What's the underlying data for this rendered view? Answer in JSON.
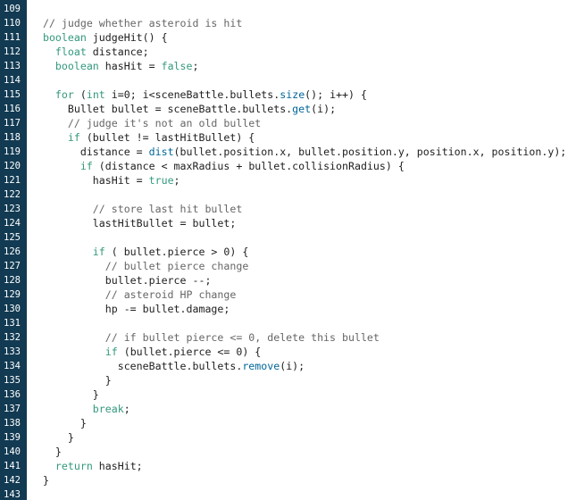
{
  "colors": {
    "gutter_bg": "#123a52",
    "gutter_text": "#ffffff",
    "background": "#ffffff",
    "text": "#202020",
    "keyword": "#33997e",
    "function": "#006699",
    "comment": "#666666"
  },
  "lines": [
    {
      "n": "109",
      "tokens": []
    },
    {
      "n": "110",
      "tokens": [
        {
          "t": "cm",
          "v": "  // judge whether asteroid is hit"
        }
      ]
    },
    {
      "n": "111",
      "tokens": [
        {
          "t": "kw",
          "v": "  boolean"
        },
        {
          "t": "tx",
          "v": " judgeHit() {"
        }
      ]
    },
    {
      "n": "112",
      "tokens": [
        {
          "t": "kw",
          "v": "    float"
        },
        {
          "t": "tx",
          "v": " distance;"
        }
      ]
    },
    {
      "n": "113",
      "tokens": [
        {
          "t": "kw",
          "v": "    boolean"
        },
        {
          "t": "tx",
          "v": " hasHit = "
        },
        {
          "t": "kw",
          "v": "false"
        },
        {
          "t": "tx",
          "v": ";"
        }
      ]
    },
    {
      "n": "114",
      "tokens": []
    },
    {
      "n": "115",
      "tokens": [
        {
          "t": "kw",
          "v": "    for"
        },
        {
          "t": "tx",
          "v": " ("
        },
        {
          "t": "kw",
          "v": "int"
        },
        {
          "t": "tx",
          "v": " i=0; i<sceneBattle.bullets."
        },
        {
          "t": "fn",
          "v": "size"
        },
        {
          "t": "tx",
          "v": "(); i++) {"
        }
      ]
    },
    {
      "n": "116",
      "tokens": [
        {
          "t": "tx",
          "v": "      Bullet bullet = sceneBattle.bullets."
        },
        {
          "t": "fn",
          "v": "get"
        },
        {
          "t": "tx",
          "v": "(i);"
        }
      ]
    },
    {
      "n": "117",
      "tokens": [
        {
          "t": "cm",
          "v": "      // judge it's not an old bullet"
        }
      ]
    },
    {
      "n": "118",
      "tokens": [
        {
          "t": "kw",
          "v": "      if"
        },
        {
          "t": "tx",
          "v": " (bullet != lastHitBullet) {"
        }
      ]
    },
    {
      "n": "119",
      "tokens": [
        {
          "t": "tx",
          "v": "        distance = "
        },
        {
          "t": "fn",
          "v": "dist"
        },
        {
          "t": "tx",
          "v": "(bullet.position.x, bullet.position.y, position.x, position.y);"
        }
      ]
    },
    {
      "n": "120",
      "tokens": [
        {
          "t": "kw",
          "v": "        if"
        },
        {
          "t": "tx",
          "v": " (distance < maxRadius + bullet.collisionRadius) {"
        }
      ]
    },
    {
      "n": "121",
      "tokens": [
        {
          "t": "tx",
          "v": "          hasHit = "
        },
        {
          "t": "kw",
          "v": "true"
        },
        {
          "t": "tx",
          "v": ";"
        }
      ]
    },
    {
      "n": "122",
      "tokens": []
    },
    {
      "n": "123",
      "tokens": [
        {
          "t": "cm",
          "v": "          // store last hit bullet"
        }
      ]
    },
    {
      "n": "124",
      "tokens": [
        {
          "t": "tx",
          "v": "          lastHitBullet = bullet;"
        }
      ]
    },
    {
      "n": "125",
      "tokens": []
    },
    {
      "n": "126",
      "tokens": [
        {
          "t": "kw",
          "v": "          if"
        },
        {
          "t": "tx",
          "v": " ( bullet.pierce > 0) {"
        }
      ]
    },
    {
      "n": "127",
      "tokens": [
        {
          "t": "cm",
          "v": "            // bullet pierce change"
        }
      ]
    },
    {
      "n": "128",
      "tokens": [
        {
          "t": "tx",
          "v": "            bullet.pierce --;"
        }
      ]
    },
    {
      "n": "129",
      "tokens": [
        {
          "t": "cm",
          "v": "            // asteroid HP change"
        }
      ]
    },
    {
      "n": "130",
      "tokens": [
        {
          "t": "tx",
          "v": "            hp -= bullet.damage;"
        }
      ]
    },
    {
      "n": "131",
      "tokens": []
    },
    {
      "n": "132",
      "tokens": [
        {
          "t": "cm",
          "v": "            // if bullet pierce <= 0, delete this bullet"
        }
      ]
    },
    {
      "n": "133",
      "tokens": [
        {
          "t": "kw",
          "v": "            if"
        },
        {
          "t": "tx",
          "v": " (bullet.pierce <= 0) {"
        }
      ]
    },
    {
      "n": "134",
      "tokens": [
        {
          "t": "tx",
          "v": "              sceneBattle.bullets."
        },
        {
          "t": "fn",
          "v": "remove"
        },
        {
          "t": "tx",
          "v": "(i);"
        }
      ]
    },
    {
      "n": "135",
      "tokens": [
        {
          "t": "tx",
          "v": "            }"
        }
      ]
    },
    {
      "n": "136",
      "tokens": [
        {
          "t": "tx",
          "v": "          }"
        }
      ]
    },
    {
      "n": "137",
      "tokens": [
        {
          "t": "kw",
          "v": "          break"
        },
        {
          "t": "tx",
          "v": ";"
        }
      ]
    },
    {
      "n": "138",
      "tokens": [
        {
          "t": "tx",
          "v": "        }"
        }
      ]
    },
    {
      "n": "139",
      "tokens": [
        {
          "t": "tx",
          "v": "      }"
        }
      ]
    },
    {
      "n": "140",
      "tokens": [
        {
          "t": "tx",
          "v": "    }"
        }
      ]
    },
    {
      "n": "141",
      "tokens": [
        {
          "t": "kw",
          "v": "    return"
        },
        {
          "t": "tx",
          "v": " hasHit;"
        }
      ]
    },
    {
      "n": "142",
      "tokens": [
        {
          "t": "tx",
          "v": "  }"
        }
      ]
    },
    {
      "n": "143",
      "tokens": []
    }
  ]
}
